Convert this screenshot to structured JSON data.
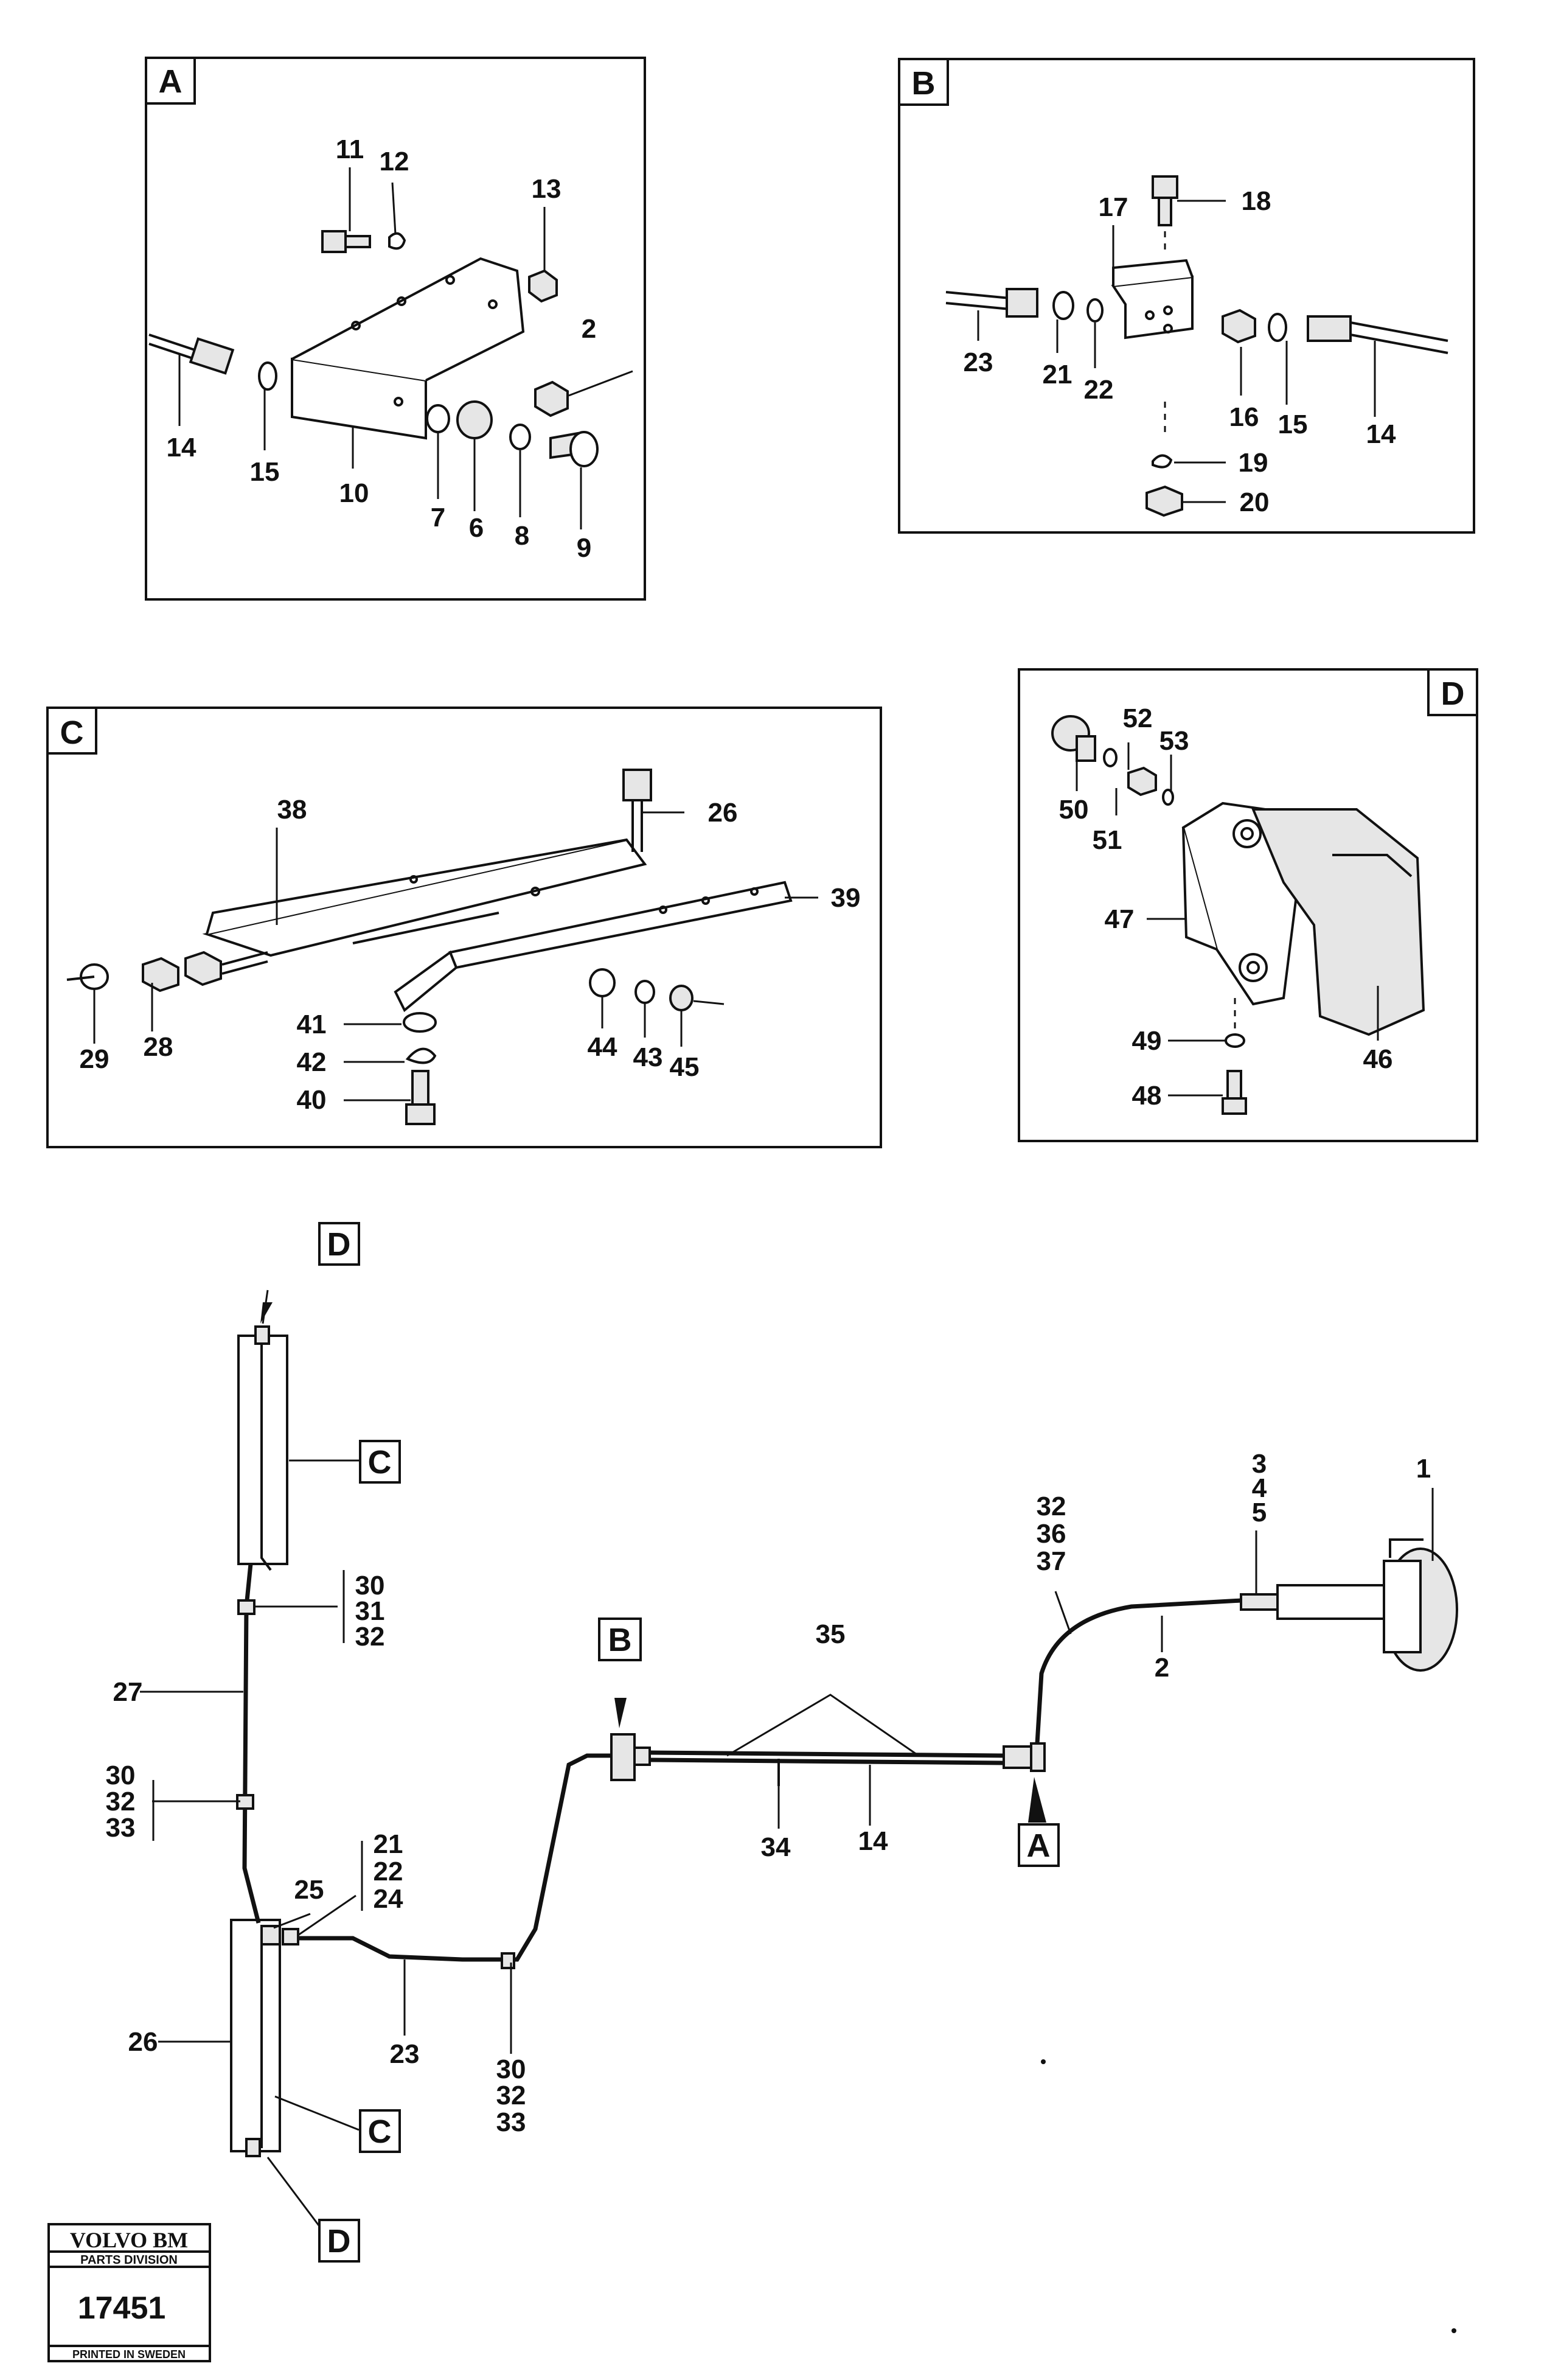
{
  "panels": {
    "a": {
      "tag": "A",
      "labels": {
        "n11": "11",
        "n12": "12",
        "n13": "13",
        "n2": "2",
        "n14": "14",
        "n15": "15",
        "n10": "10",
        "n7": "7",
        "n6": "6",
        "n8": "8",
        "n9": "9"
      }
    },
    "b": {
      "tag": "B",
      "labels": {
        "n17": "17",
        "n18": "18",
        "n23": "23",
        "n21": "21",
        "n22": "22",
        "n16": "16",
        "n15": "15",
        "n14": "14",
        "n19": "19",
        "n20": "20"
      }
    },
    "c": {
      "tag": "C",
      "labels": {
        "n38": "38",
        "n26": "26",
        "n39": "39",
        "n29": "29",
        "n28": "28",
        "n41": "41",
        "n42": "42",
        "n40": "40",
        "n44": "44",
        "n43": "43",
        "n45": "45"
      }
    },
    "d": {
      "tag": "D",
      "labels": {
        "n52": "52",
        "n53": "53",
        "n50": "50",
        "n51": "51",
        "n47": "47",
        "n49": "49",
        "n48": "48",
        "n46": "46"
      }
    }
  },
  "overview": {
    "tags": {
      "d_top": "D",
      "c_top": "C",
      "b": "B",
      "a": "A",
      "c_bottom": "C",
      "d_bottom": "D"
    },
    "labels": {
      "n1": "1",
      "n3": "3",
      "n4": "4",
      "n5": "5",
      "n2": "2",
      "n32a": "32",
      "n36": "36",
      "n37": "37",
      "n35": "35",
      "n34": "34",
      "n14": "14",
      "n30a": "30",
      "n31": "31",
      "n32b": "32",
      "n27": "27",
      "n30b": "30",
      "n32c": "32",
      "n33a": "33",
      "n25": "25",
      "n21": "21",
      "n22": "22",
      "n24": "24",
      "n26": "26",
      "n23": "23",
      "n30c": "30",
      "n32d": "32",
      "n33b": "33"
    }
  },
  "logo": {
    "brand": "VOLVO BM",
    "division": "PARTS DIVISION",
    "number": "17451",
    "printed": "PRINTED IN SWEDEN"
  }
}
